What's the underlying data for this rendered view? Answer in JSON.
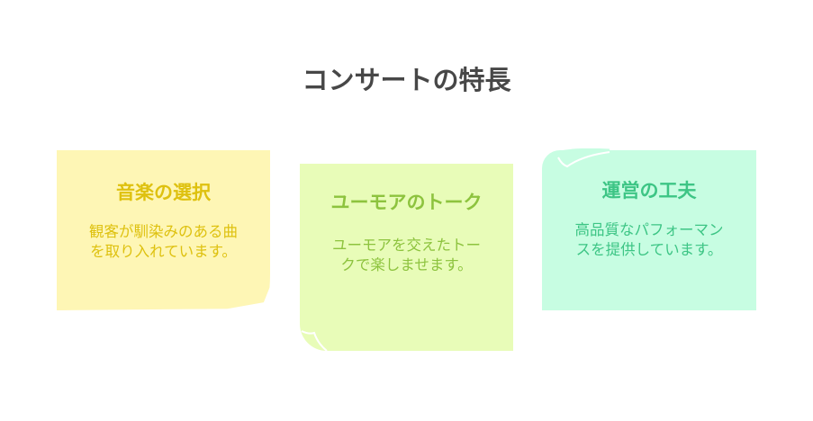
{
  "title": "コンサートの特長",
  "cards": [
    {
      "heading": "音楽の選択",
      "body": "観客が馴染みのある曲を取り入れています。",
      "color": "#DEC10F",
      "bg": "#FEF6B5"
    },
    {
      "heading": "ユーモアのトーク",
      "body": "ユーモアを交えたトークで楽しませます。",
      "color": "#8DC33E",
      "bg": "#E8FCB8"
    },
    {
      "heading": "運営の工夫",
      "body": "高品質なパフォーマンスを提供しています。",
      "color": "#3DC585",
      "bg": "#C7FDE2"
    }
  ]
}
